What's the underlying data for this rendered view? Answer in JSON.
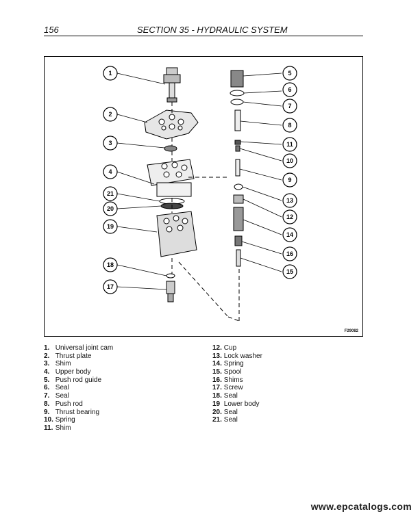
{
  "header": {
    "page_number": "156",
    "section_title": "SECTION 35 - HYDRAULIC SYSTEM"
  },
  "figure": {
    "code": "F29082",
    "callouts": [
      "1",
      "2",
      "3",
      "4",
      "21",
      "20",
      "19",
      "18",
      "17",
      "5",
      "6",
      "7",
      "8",
      "11",
      "10",
      "9",
      "13",
      "12",
      "14",
      "16",
      "15"
    ]
  },
  "legend_left": [
    {
      "num": "1.",
      "label": "Universal joint cam"
    },
    {
      "num": "2.",
      "label": "Thrust plate"
    },
    {
      "num": "3.",
      "label": "Shim"
    },
    {
      "num": "4.",
      "label": "Upper body"
    },
    {
      "num": "5.",
      "label": "Push rod guide"
    },
    {
      "num": "6.",
      "label": "Seal"
    },
    {
      "num": "7.",
      "label": "Seal"
    },
    {
      "num": "8.",
      "label": "Push rod"
    },
    {
      "num": "9.",
      "label": "Thrust bearing"
    },
    {
      "num": "10.",
      "label": "Spring"
    },
    {
      "num": "11.",
      "label": "Shim"
    }
  ],
  "legend_right": [
    {
      "num": "12.",
      "label": "Cup"
    },
    {
      "num": "13.",
      "label": "Lock washer"
    },
    {
      "num": "14.",
      "label": "Spring"
    },
    {
      "num": "15.",
      "label": "Spool"
    },
    {
      "num": "16.",
      "label": "Shims"
    },
    {
      "num": "17.",
      "label": "Screw"
    },
    {
      "num": "18.",
      "label": "Seal"
    },
    {
      "num": "19",
      "label": "Lower body"
    },
    {
      "num": "20.",
      "label": "Seal"
    },
    {
      "num": "21.",
      "label": "Seal"
    }
  ],
  "footer": {
    "url": "www.epcatalogs.com"
  }
}
